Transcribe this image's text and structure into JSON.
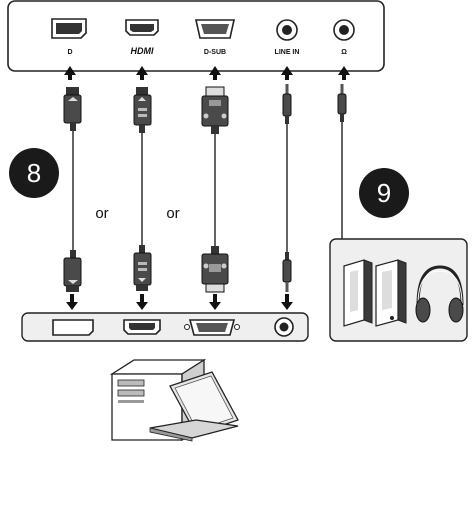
{
  "monitor_ports": {
    "dp_label": "D",
    "hdmi_label": "HDMI",
    "dsub_label": "D-SUB",
    "line_in_label": "LINE IN",
    "headphone_label": "Ω"
  },
  "connector_alternatives": {
    "or_1": "or",
    "or_2": "or"
  },
  "steps": {
    "step_8": "8",
    "step_9": "9"
  },
  "colors": {
    "line": "#222222",
    "panel_fill": "#efefef",
    "badge_fill": "#1a1a1a",
    "connector_fill": "#4a4a4a"
  }
}
